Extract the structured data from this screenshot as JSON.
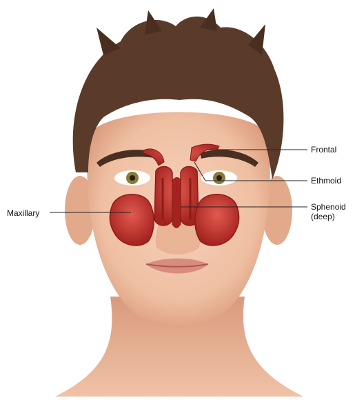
{
  "labels": {
    "frontal": "Frontal",
    "ethmoid": "Ethmoid",
    "sphenoid_line1": "Sphenoid",
    "sphenoid_line2": "(deep)",
    "maxillary": "Maxillary"
  },
  "colors": {
    "skin": "#f1c3a6",
    "skin_shadow": "#d9987a",
    "hair": "#5a3b2a",
    "sinus": "#c0322c",
    "sinus_dark": "#8c1c1a",
    "iris": "#8a7a3a",
    "lips": "#d98c7e",
    "leader_line": "#222222"
  }
}
